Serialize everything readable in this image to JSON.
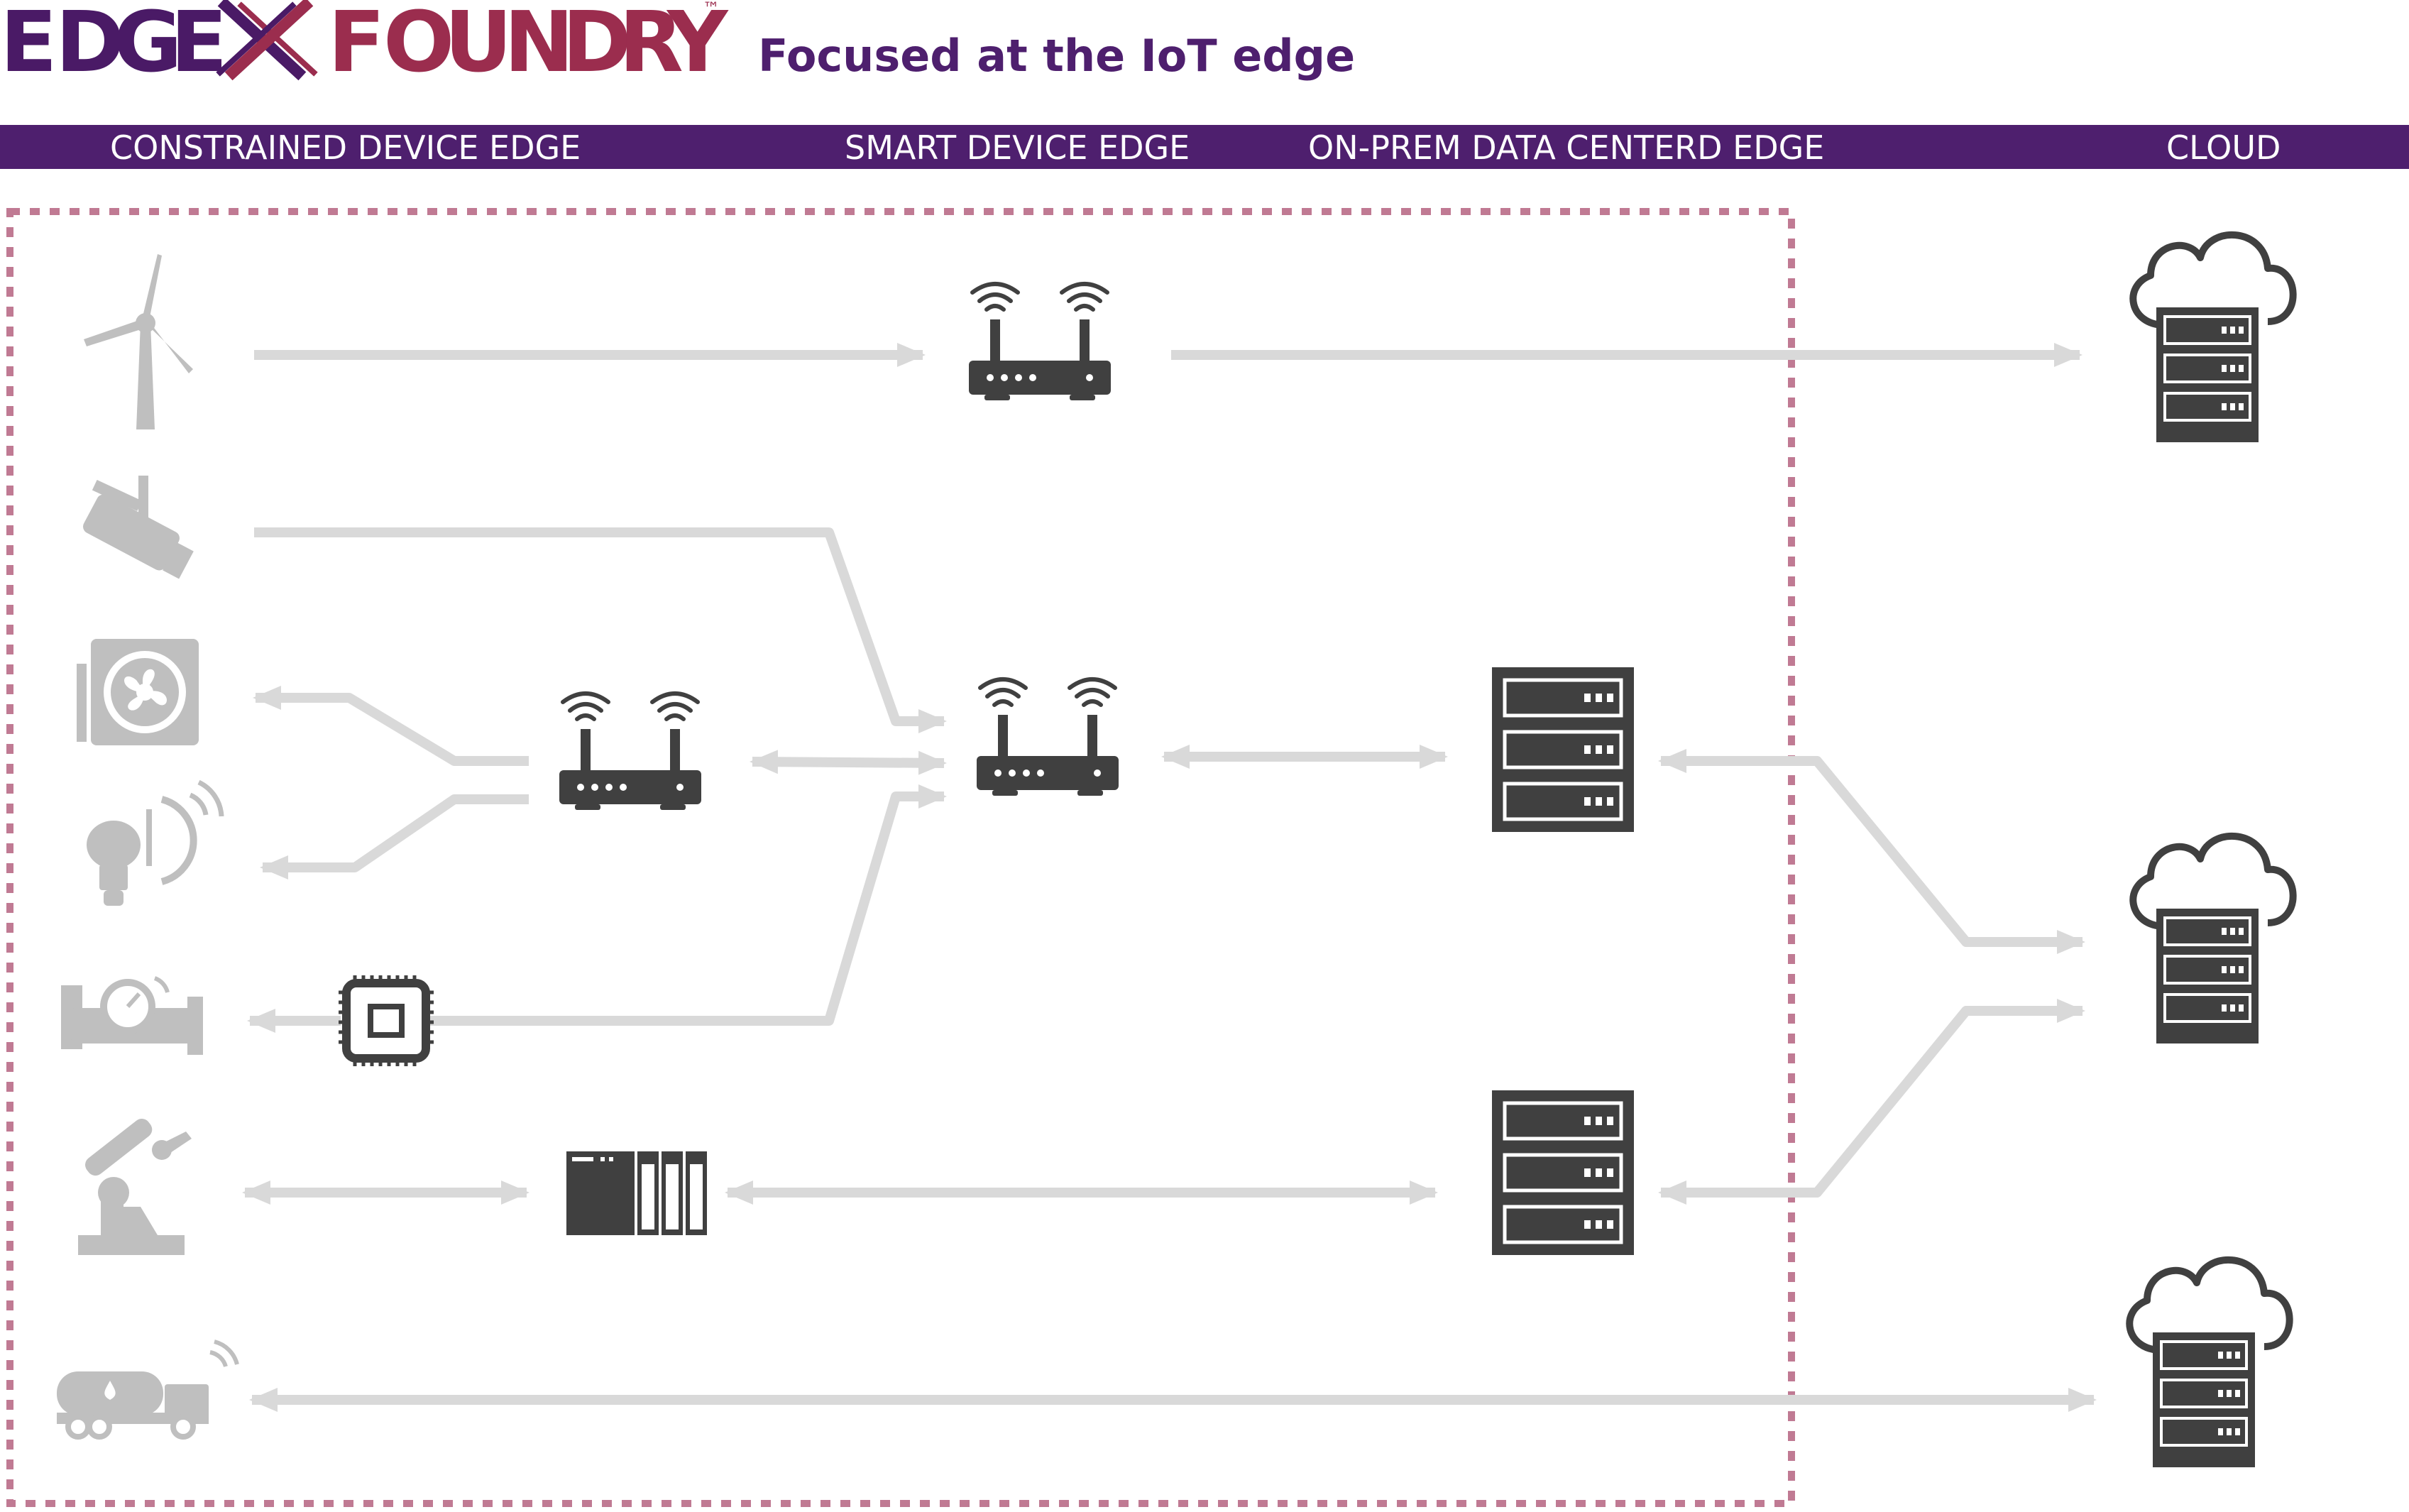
{
  "header": {
    "logo_left": [
      "E",
      "D",
      "G",
      "E"
    ],
    "logo_right": [
      "F",
      "O",
      "U",
      "N",
      "D",
      "R",
      "Y"
    ],
    "logo_tm": "™",
    "tagline": "Focused at the IoT edge"
  },
  "bands": [
    {
      "label": "CONSTRAINED DEVICE EDGE"
    },
    {
      "label": "SMART DEVICE EDGE"
    },
    {
      "label": "ON-PREM DATA CENTERD EDGE"
    },
    {
      "label": "CLOUD"
    }
  ],
  "colors": {
    "band": "#4e1f6e",
    "band_text": "#ffffff",
    "tagline": "#4e1f6e",
    "logo_left": "#4a1a66",
    "logo_right": "#9b2d4e",
    "dashed_border": "#c07a93",
    "arrow": "#d9d9d9",
    "device": "#bfbfbf",
    "node": "#404040"
  },
  "devices": [
    {
      "name": "wind-turbine"
    },
    {
      "name": "security-camera"
    },
    {
      "name": "hvac-fan"
    },
    {
      "name": "smart-bulb"
    },
    {
      "name": "pipe-meter"
    },
    {
      "name": "robot-arm"
    },
    {
      "name": "tanker-truck"
    }
  ],
  "nodes": [
    {
      "name": "router"
    },
    {
      "name": "server-rack"
    },
    {
      "name": "microcontroller-chip"
    },
    {
      "name": "plc-controller"
    },
    {
      "name": "cloud-server"
    }
  ]
}
